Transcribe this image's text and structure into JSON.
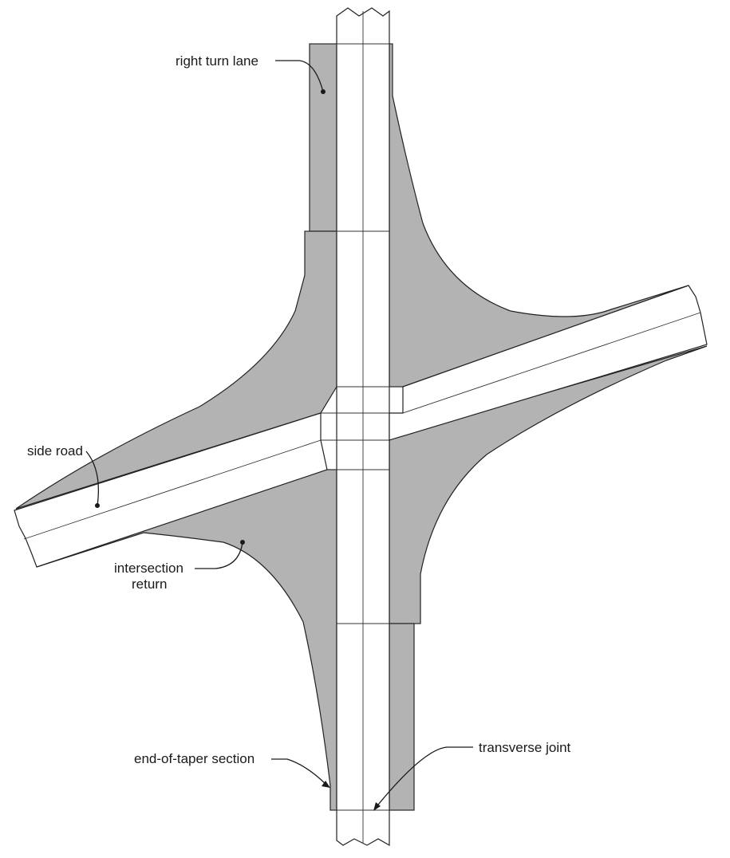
{
  "diagram": {
    "colors": {
      "return_fill": "#b3b3b3",
      "pavement_fill": "#ffffff",
      "line": "#222222"
    },
    "labels": {
      "right_turn_lane": "right turn lane",
      "side_road": "side road",
      "intersection_return_line1": "intersection",
      "intersection_return_line2": "return",
      "end_of_taper_section": "end-of-taper section",
      "transverse_joint": "transverse joint"
    }
  }
}
